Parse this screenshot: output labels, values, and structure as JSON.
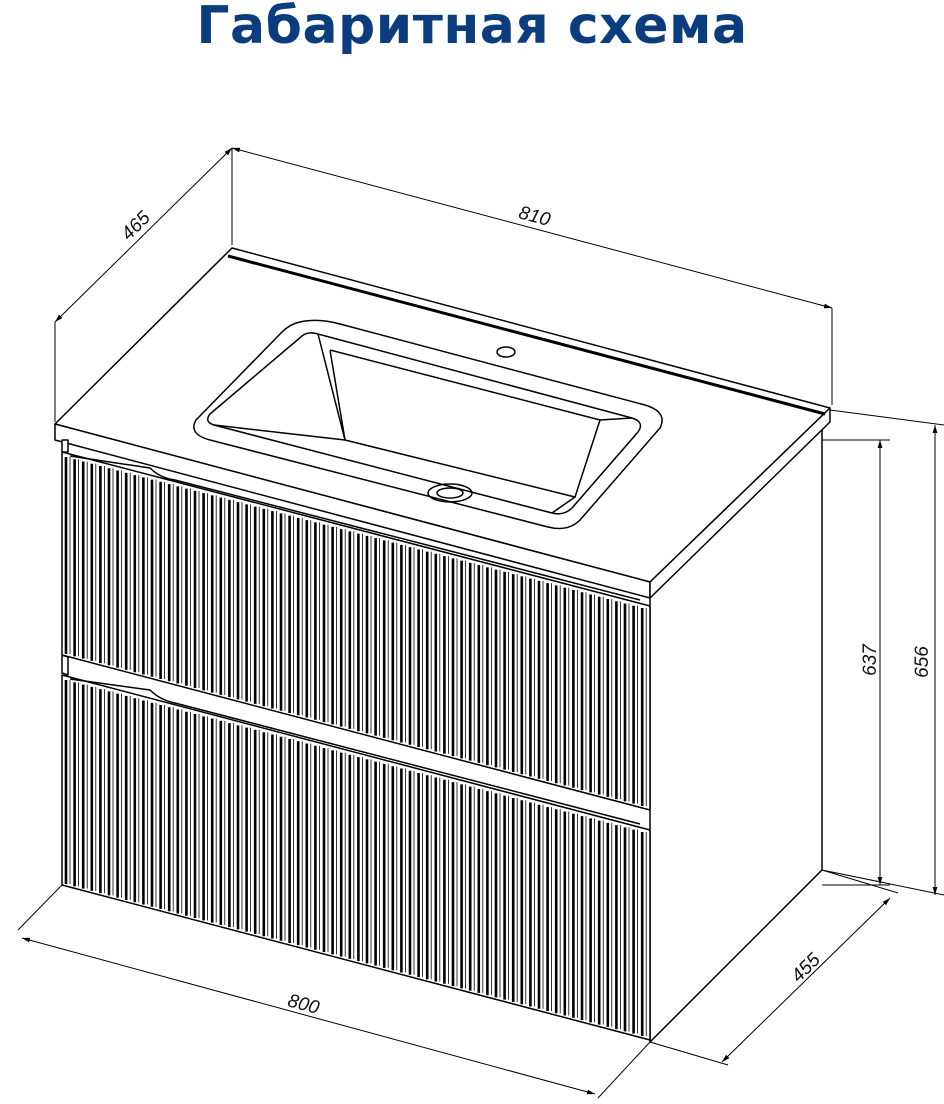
{
  "title": "Габаритная схема",
  "title_color": "#0b3c7d",
  "dimensions": {
    "top_width": "810",
    "top_depth": "465",
    "body_height": "637",
    "total_height": "656",
    "body_depth": "455",
    "body_width": "800"
  }
}
